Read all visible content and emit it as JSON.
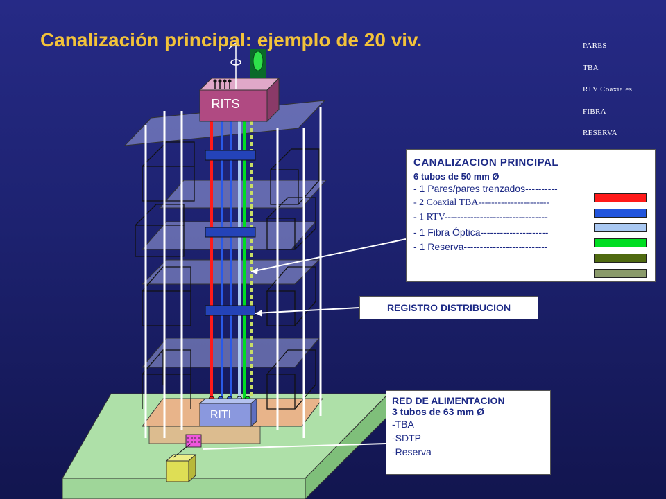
{
  "title": "Canalización principal: ejemplo de 20 viv.",
  "legend_top": [
    "PARES",
    "TBA",
    "RTV Coaxiales",
    "FIBRA",
    "RESERVA"
  ],
  "labels": {
    "rits": "RITS",
    "riti": "RITI"
  },
  "canalizacion": {
    "title": "CANALIZACION PRINCIPAL",
    "subtitle": "6 tubos de 50 mm Ø",
    "items": [
      {
        "text": "- 1 Pares/pares trenzados----------",
        "color": "#ff1a1a",
        "serif": false
      },
      {
        "text": "- 2 Coaxial TBA----------------------",
        "color": "#2255dd",
        "serif": true
      },
      {
        "text": "- 1  RTV--------------------------------",
        "color": "#a9c8f2",
        "serif": true
      },
      {
        "text": "- 1 Fibra Óptica---------------------",
        "color": "#00dd22",
        "serif": false
      },
      {
        "text": "- 1 Reserva--------------------------",
        "color": "#4f6a10",
        "serif": false
      }
    ],
    "extra_swatch_color": "#8a9a6a"
  },
  "registro": "REGISTRO DISTRIBUCION",
  "red_alimentacion": {
    "title": "RED DE ALIMENTACION",
    "subtitle": "3 tubos de 63 mm Ø",
    "items": [
      "-TBA",
      "-SDTP",
      "-Reserva"
    ]
  }
}
